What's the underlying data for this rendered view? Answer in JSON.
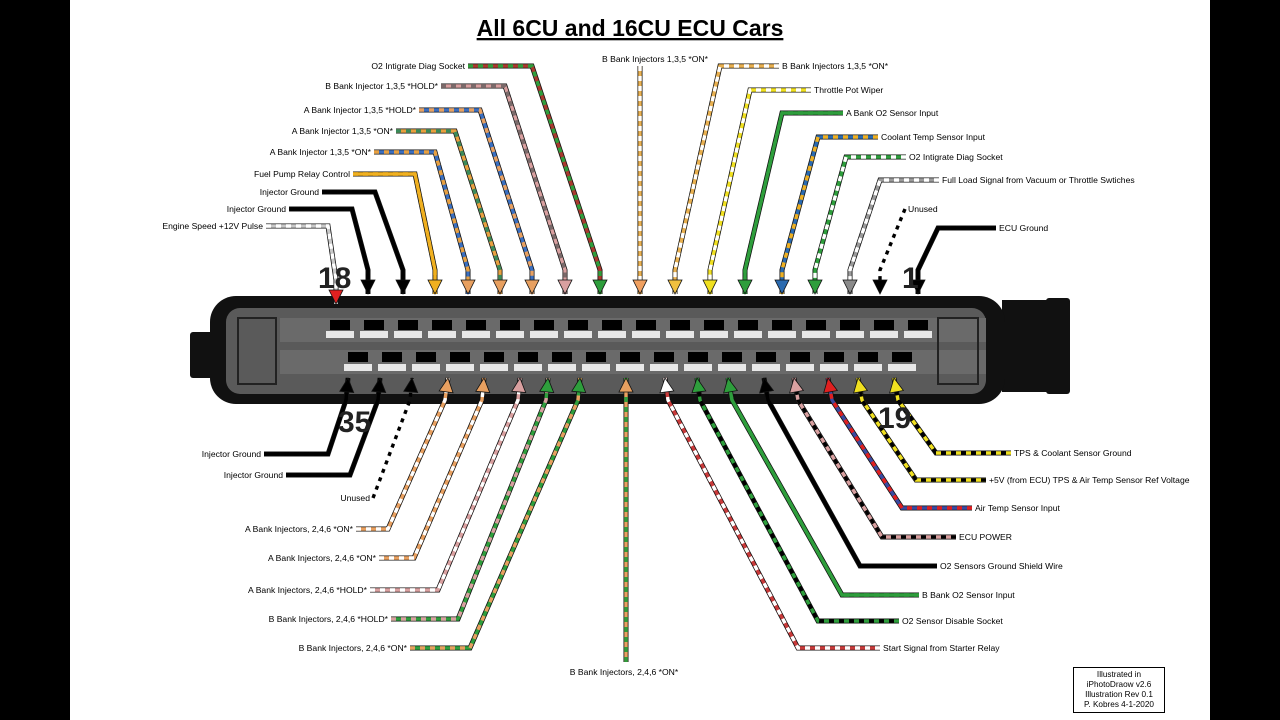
{
  "title": "All 6CU and 16CU ECU Cars",
  "pin_numbers": {
    "top_left": "18",
    "top_right": "1",
    "bottom_left": "35",
    "bottom_right": "19"
  },
  "credit": [
    "Illustrated in",
    "iPhotoDraow v2.6",
    "Illustration Rev 0.1",
    "P. Kobres 4-1-2020"
  ],
  "colors": {
    "background": "#ffffff",
    "connector_body": "#111111",
    "connector_inner": "#5a5a5a"
  },
  "wires": [
    {
      "label": "O2 Intigrate Diag Socket",
      "colors": [
        "#a83a2e",
        "#2e9e3c"
      ],
      "arrow": "#2e9e3c"
    },
    {
      "label": "B Bank Injector 1,3,5 *HOLD*",
      "colors": [
        "#d9a0a0",
        "#7a6a6a"
      ],
      "arrow": "#d9a0a0"
    },
    {
      "label": "A Bank Injector 1,3,5 *HOLD*",
      "colors": [
        "#3a6fc0",
        "#e8a060"
      ],
      "arrow": "#e8a060"
    },
    {
      "label": "A Bank Injector 1,3,5 *ON*",
      "colors": [
        "#e8a040",
        "#3a8a5a"
      ],
      "arrow": "#e8a060"
    },
    {
      "label": "A Bank Injector 1,3,5 *ON*",
      "colors": [
        "#3a6fc0",
        "#e8a040"
      ],
      "arrow": "#e8a060"
    },
    {
      "label": "Fuel Pump Relay Control",
      "colors": [
        "#f0b020",
        "#f0b020"
      ],
      "arrow": "#f0b020"
    },
    {
      "label": "Injector Ground",
      "colors": [
        "#000000",
        "#000000"
      ],
      "arrow": "#000000"
    },
    {
      "label": "Injector Ground",
      "colors": [
        "#000000",
        "#000000"
      ],
      "arrow": "#000000"
    },
    {
      "label": "Engine Speed +12V Pulse",
      "colors": [
        "#c8c8c8",
        "#ffffff"
      ],
      "arrow": "#e02020"
    },
    {
      "label": "B Bank Injectors 1,3,5 *ON*",
      "colors": [
        "#e8b050",
        "#ffffff"
      ],
      "arrow": "#f0a060"
    },
    {
      "label": "B Bank Injectors 1,3,5 *ON*",
      "colors": [
        "#e8b050",
        "#ffffff"
      ],
      "arrow": "#f0c040"
    },
    {
      "label": "Throttle Pot Wiper",
      "colors": [
        "#f0e020",
        "#ffffff"
      ],
      "arrow": "#f0e020"
    },
    {
      "label": "A Bank O2 Sensor Input",
      "colors": [
        "#2e9e3c",
        "#2e9e3c"
      ],
      "arrow": "#2e9e3c"
    },
    {
      "label": "Coolant Temp Sensor Input",
      "colors": [
        "#2a6ab0",
        "#f0b020"
      ],
      "arrow": "#2a6ab0"
    },
    {
      "label": "O2 Intigrate Diag Socket",
      "colors": [
        "#2e9e3c",
        "#ffffff"
      ],
      "arrow": "#2e9e3c"
    },
    {
      "label": "Full Load Signal from Vacuum or Throttle Swtiches",
      "colors": [
        "#9a9a9a",
        "#ffffff"
      ],
      "arrow": "#8a8a8a"
    },
    {
      "label": "Unused",
      "colors": [
        "#000000",
        "#ffffff"
      ],
      "arrow": "#000000"
    },
    {
      "label": "ECU Ground",
      "colors": [
        "#000000",
        "#000000"
      ],
      "arrow": "#000000"
    },
    {
      "label": "Injector Ground",
      "colors": [
        "#000000",
        "#000000"
      ],
      "arrow": "#000000"
    },
    {
      "label": "Injector Ground",
      "colors": [
        "#000000",
        "#000000"
      ],
      "arrow": "#000000"
    },
    {
      "label": "Unused",
      "colors": [
        "#000000",
        "#ffffff"
      ],
      "arrow": "#000000"
    },
    {
      "label": "A Bank Injectors, 2,4,6 *ON*",
      "colors": [
        "#e8a060",
        "#ffffff"
      ],
      "arrow": "#e8a060"
    },
    {
      "label": "A Bank Injectors, 2,4,6 *ON*",
      "colors": [
        "#e8a060",
        "#ffffff"
      ],
      "arrow": "#e8a060"
    },
    {
      "label": "A Bank Injectors, 2,4,6 *HOLD*",
      "colors": [
        "#d9a0a0",
        "#ffffff"
      ],
      "arrow": "#d9a0a0"
    },
    {
      "label": "B Bank Injectors, 2,4,6 *HOLD*",
      "colors": [
        "#2e9e3c",
        "#d9a0a0"
      ],
      "arrow": "#2e9e3c"
    },
    {
      "label": "B Bank Injectors, 2,4,6 *ON*",
      "colors": [
        "#2e9e3c",
        "#e8a060"
      ],
      "arrow": "#2e9e3c"
    },
    {
      "label": "B Bank Injectors, 2,4,6 *ON*",
      "colors": [
        "#e8a060",
        "#2e9e3c"
      ],
      "arrow": "#e8a060"
    },
    {
      "label": "Start Signal from Starter Relay",
      "colors": [
        "#c83a3a",
        "#ffffff"
      ],
      "arrow": "#ffffff"
    },
    {
      "label": "O2 Sensor Disable Socket",
      "colors": [
        "#000000",
        "#2e9e3c"
      ],
      "arrow": "#2e9e3c"
    },
    {
      "label": "B Bank O2 Sensor Input",
      "colors": [
        "#2e9e3c",
        "#2e9e3c"
      ],
      "arrow": "#2e9e3c"
    },
    {
      "label": "O2 Sensors Ground Shield Wire",
      "colors": [
        "#000000",
        "#000000"
      ],
      "arrow": "#000000"
    },
    {
      "label": "ECU POWER",
      "colors": [
        "#d9a0a0",
        "#000000"
      ],
      "arrow": "#d9a0a0"
    },
    {
      "label": "Air Temp Sensor Input",
      "colors": [
        "#3a4aa0",
        "#e02020"
      ],
      "arrow": "#e02020"
    },
    {
      "label": "+5V (from ECU) TPS & Air Temp Sensor Ref Voltage",
      "colors": [
        "#f0e020",
        "#000000"
      ],
      "arrow": "#f0e020"
    },
    {
      "label": "TPS & Coolant Sensor Ground",
      "colors": [
        "#000000",
        "#f0e020"
      ],
      "arrow": "#f0e020"
    }
  ]
}
